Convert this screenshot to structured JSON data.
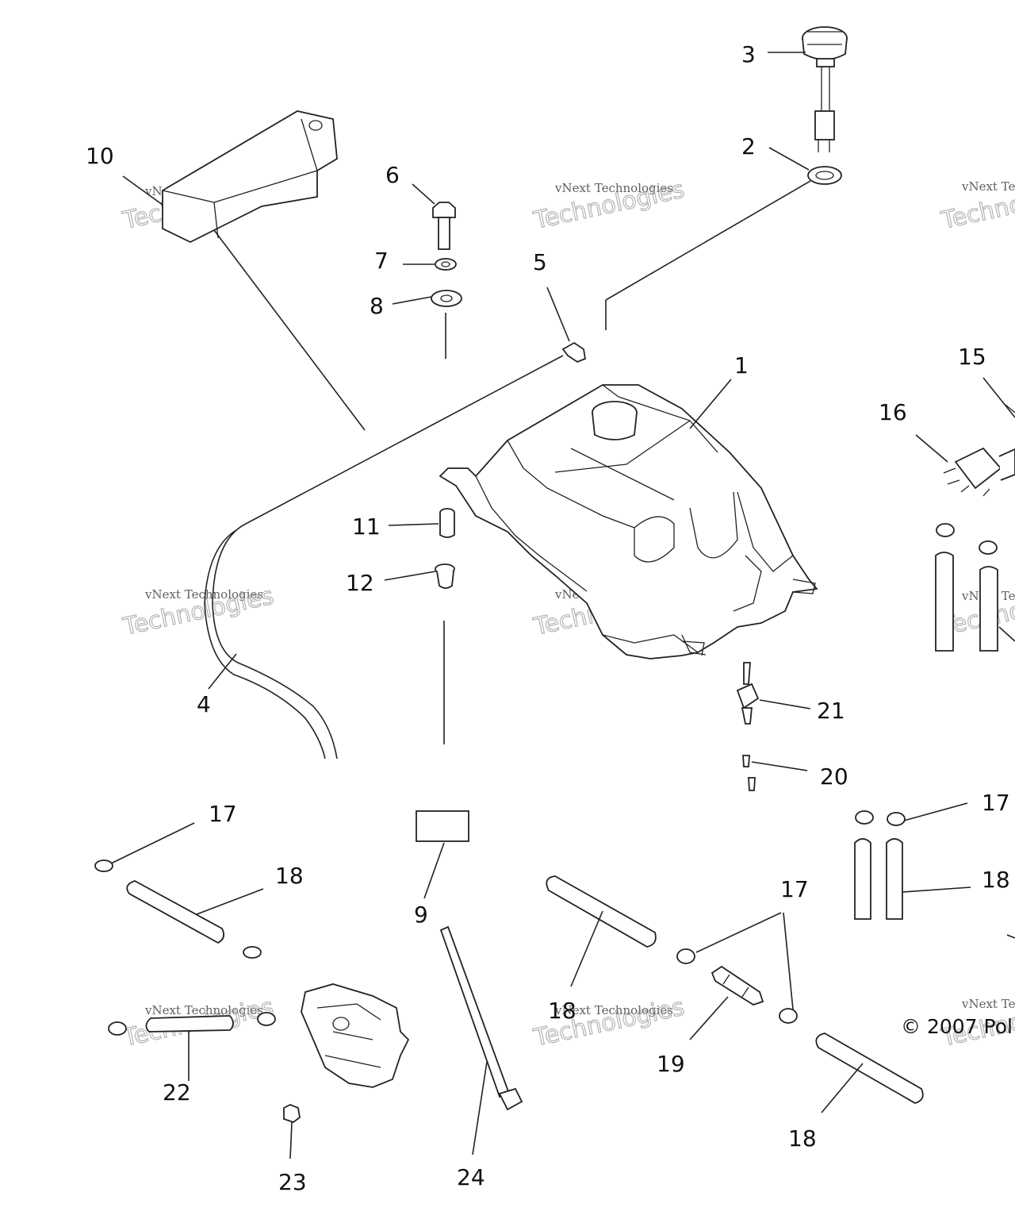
{
  "diagram": {
    "copyright": "© 2007 Pol",
    "watermark": {
      "line1": "vNext Technologies",
      "line2": "Technologies",
      "line3": "vNext"
    },
    "callouts": [
      {
        "id": "c1",
        "label": "1"
      },
      {
        "id": "c2",
        "label": "2"
      },
      {
        "id": "c3",
        "label": "3"
      },
      {
        "id": "c4",
        "label": "4"
      },
      {
        "id": "c5",
        "label": "5"
      },
      {
        "id": "c6",
        "label": "6"
      },
      {
        "id": "c7",
        "label": "7"
      },
      {
        "id": "c8",
        "label": "8"
      },
      {
        "id": "c9",
        "label": "9"
      },
      {
        "id": "c10",
        "label": "10"
      },
      {
        "id": "c11",
        "label": "11"
      },
      {
        "id": "c12",
        "label": "12"
      },
      {
        "id": "c15",
        "label": "15"
      },
      {
        "id": "c16",
        "label": "16"
      },
      {
        "id": "c17a",
        "label": "17"
      },
      {
        "id": "c17b",
        "label": "17"
      },
      {
        "id": "c17c",
        "label": "17"
      },
      {
        "id": "c18a",
        "label": "18"
      },
      {
        "id": "c18b",
        "label": "18"
      },
      {
        "id": "c18c",
        "label": "18"
      },
      {
        "id": "c18d",
        "label": "18"
      },
      {
        "id": "c19",
        "label": "19"
      },
      {
        "id": "c20",
        "label": "20"
      },
      {
        "id": "c21",
        "label": "21"
      },
      {
        "id": "c22",
        "label": "22"
      },
      {
        "id": "c23",
        "label": "23"
      },
      {
        "id": "c24",
        "label": "24"
      }
    ]
  }
}
